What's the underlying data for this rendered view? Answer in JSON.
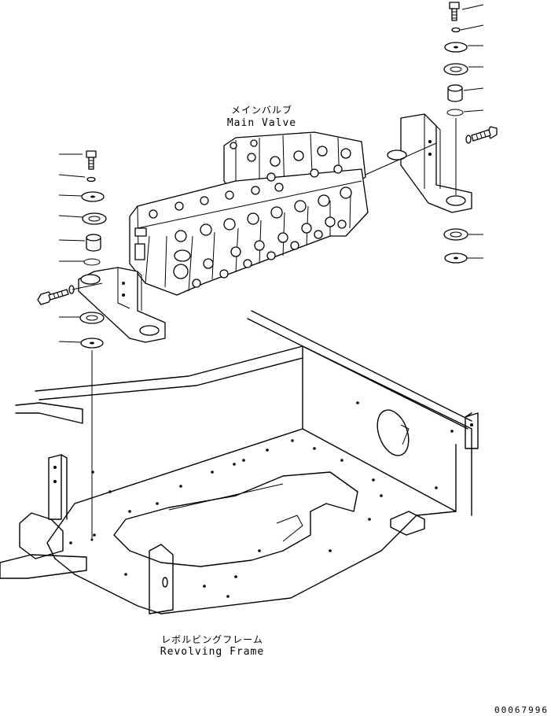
{
  "main_valve": {
    "label_jp": "メインバルブ",
    "label_en": "Main Valve"
  },
  "revolving_frame": {
    "label_jp": "レボルビングフレーム",
    "label_en": "Revolving Frame"
  },
  "drawing_code": "00067996"
}
